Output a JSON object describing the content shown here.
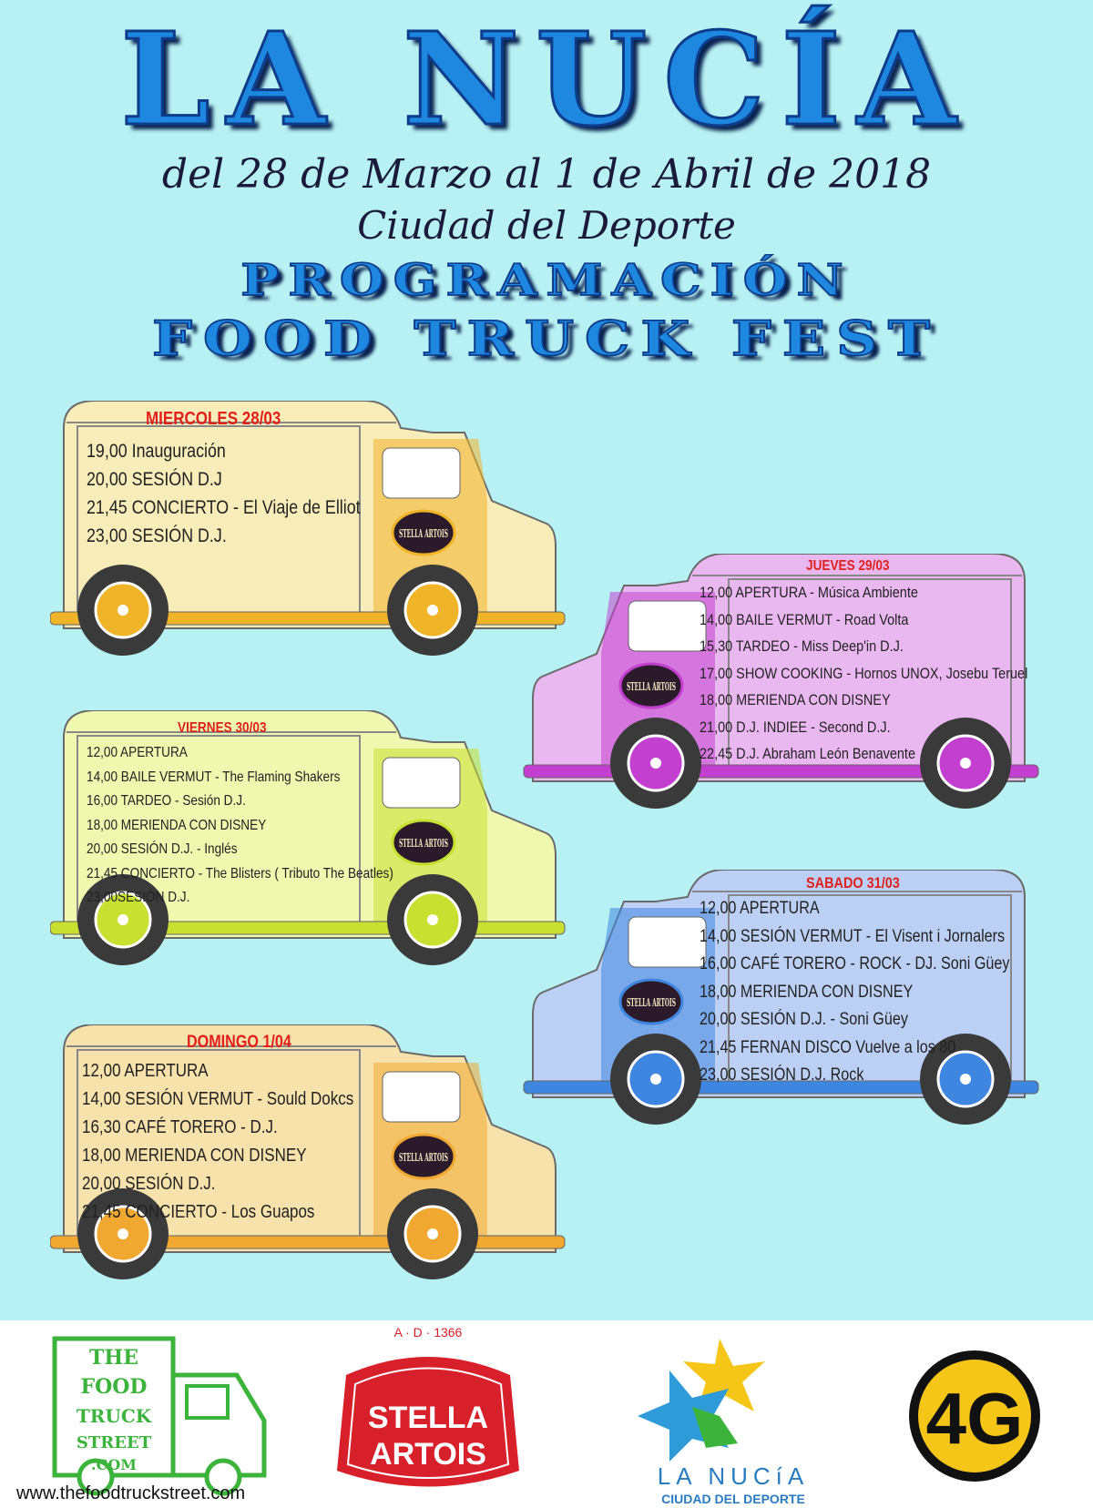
{
  "poster": {
    "title": "LA NUCÍA",
    "dates": "del 28 de Marzo al 1 de Abril de 2018",
    "venue": "Ciudad del Deporte",
    "heading1": "PROGRAMACIÓN",
    "heading2": "FOOD TRUCK FEST"
  },
  "trucks": [
    {
      "day": "MIERCOLES 28/03",
      "color": "#f8ecb8",
      "accent": "#f0b429",
      "facing": "right",
      "items": [
        "19,00 Inauguración",
        "20,00 SESIÓN D.J",
        "21,45 CONCIERTO - El Viaje de Elliot",
        "23,00 SESIÓN D.J."
      ]
    },
    {
      "day": "JUEVES 29/03",
      "color": "#eab8f0",
      "accent": "#c23fd0",
      "facing": "left",
      "items": [
        "12,00 APERTURA - Música Ambiente",
        "14,00 BAILE VERMUT - Road Volta",
        "15,30 TARDEO - Miss Deep'in D.J.",
        "17,00 SHOW COOKING - Hornos UNOX, Josebu Teruel",
        "18,00 MERIENDA CON DISNEY",
        "21,00 D.J. INDIEE - Second D.J.",
        "22,45 D.J. Abraham León Benavente"
      ]
    },
    {
      "day": "VIERNES 30/03",
      "color": "#eef8ae",
      "accent": "#c8e030",
      "facing": "right",
      "items": [
        "12,00 APERTURA",
        "14,00 BAILE VERMUT - The Flaming Shakers",
        "16,00 TARDEO - Sesión D.J.",
        "18,00 MERIENDA CON DISNEY",
        "20,00 SESIÓN D.J. - Inglés",
        "21,45 CONCIERTO - The Blisters ( Tributo The Beatles)",
        "23,00SESIÓN D.J."
      ]
    },
    {
      "day": "SABADO 31/03",
      "color": "#bcd0f6",
      "accent": "#3f86e0",
      "facing": "left",
      "items": [
        "12,00 APERTURA",
        "14,00 SESIÓN VERMUT - El Visent i Jornalers",
        "16,00 CAFÉ TORERO - ROCK - DJ. Soni Güey",
        "18,00 MERIENDA CON DISNEY",
        "20,00 SESIÓN D.J. - Soni Güey",
        "21,45 FERNAN DISCO Vuelve a los 80",
        "23,00 SESIÓN D.J. Rock"
      ]
    },
    {
      "day": "DOMINGO 1/04",
      "color": "#f8e2ac",
      "accent": "#f0a830",
      "facing": "right",
      "items": [
        "12,00 APERTURA",
        "14,00 SESIÓN VERMUT - Sould Dokcs",
        "16,30 CAFÉ TORERO - D.J.",
        "18,00 MERIENDA CON DISNEY",
        "20,00 SESIÓN D.J.",
        "21,45 CONCIERTO - Los Guapos"
      ]
    }
  ],
  "truck_badge": "STELLA ARTOIS",
  "footer": {
    "foodtruck_logo": "THE FOOD TRUCK STREET .COM",
    "url": "www.thefoodtruckstreet.com",
    "stella_logo": "STELLA ARTOIS",
    "stella_year": "1366",
    "nucia_logo": "LA NUCíA",
    "nucia_sub": "CIUDAD DEL DEPORTE",
    "logo_4g": "4G"
  }
}
